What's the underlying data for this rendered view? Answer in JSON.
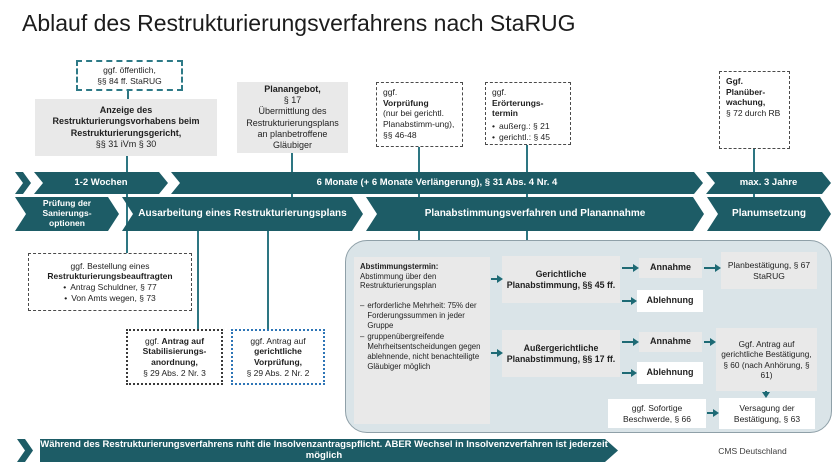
{
  "title": "Ablauf des Restrukturierungsverfahrens nach StaRUG",
  "chars": {
    "bullet": "•",
    "dash": "–"
  },
  "colors": {
    "teal_bar": "#1d5c66",
    "connector": "#2d7682",
    "box_gray": "#e9e9e9",
    "panel_bg": "#dae4e8",
    "panel_border": "#8fa0a8",
    "dashed_teal": "#2e7a87",
    "dotted_blue": "#2e75b6"
  },
  "top_row": {
    "public_note": {
      "line1": "ggf. öffentlich,",
      "line2": "§§ 84 ff. StaRUG"
    },
    "anzeige": {
      "title": "Anzeige des Restrukturierungsvorhabens beim Restrukturierungsgericht,",
      "ref": "§§ 31 iVm § 30"
    },
    "planangebot": {
      "title": "Planangebot,",
      "ref": "§ 17",
      "desc": "Übermittlung des Restrukturierungsplans an planbetroffene Gläubiger"
    },
    "vorpruefung": {
      "prefix": "ggf.",
      "title": "Vorprüfung",
      "desc": "(nur bei gerichtl. Planabstimm-ung), §§ 46-48"
    },
    "eroerterung": {
      "prefix": "ggf.",
      "title": "Erörterungs-termin",
      "items": [
        "außerg.: § 21",
        "gerichtl.: § 45"
      ]
    },
    "planueberwachung": {
      "title": "Ggf. Planüber-wachung,",
      "ref": "§ 72 durch RB"
    }
  },
  "timeline": {
    "segments": [
      "1-2 Wochen",
      "6 Monate (+ 6 Monate Verlängerung), § 31 Abs. 4 Nr. 4",
      "max. 3 Jahre"
    ]
  },
  "phases": [
    "Prüfung der Sanierungs-optionen",
    "Ausarbeitung eines Restrukturierungsplans",
    "Planabstimmungsverfahren und Planannahme",
    "Planumsetzung"
  ],
  "mid_row": {
    "bestellung": {
      "line1": "ggf. Bestellung eines",
      "bold": "Restrukturierungsbeauftragten",
      "items": [
        "Antrag Schuldner, § 77",
        "Von Amts wegen, § 73"
      ]
    },
    "stabilisierung": {
      "prefix": "ggf.",
      "bold": "Antrag auf Stabilisierungs-anordnung,",
      "ref": "§ 29 Abs. 2 Nr. 3"
    },
    "gerichtliche_vorpruefung": {
      "prefix": "ggf. Antrag auf",
      "bold": "gerichtliche Vorprüfung,",
      "ref": "§ 29 Abs. 2 Nr. 2"
    }
  },
  "panel": {
    "abstimmung": {
      "heading": "Abstimmungstermin:",
      "intro": "Abstimmung über den Restrukturierungsplan",
      "items": [
        "erforderliche Mehrheit: 75% der Forderungssummen in jeder Gruppe",
        "gruppenübergreifende Mehrheitsentscheidungen gegen ablehnende, nicht benachteiligte Gläubiger möglich"
      ]
    },
    "gerichtliche": "Gerichtliche Planabstimmung, §§ 45 ff.",
    "aussergerichtliche": "Außergerichtliche Planabstimmung, §§ 17 ff.",
    "annahme": "Annahme",
    "ablehnung": "Ablehnung",
    "planbestaetigung": "Planbestätigung, § 67 StaRUG",
    "antrag_bestaetigung": "Ggf. Antrag auf gerichtliche Bestätigung, § 60 (nach Anhörung, § 61)",
    "beschwerde": "ggf. Sofortige Beschwerde, § 66",
    "versagung": "Versagung der Bestätigung, § 63"
  },
  "footer": {
    "banner": "Während des Restrukturierungsverfahrens ruht die Insolvenzantragspflicht. ABER Wechsel in Insolvenzverfahren ist jederzeit möglich",
    "credit": "CMS Deutschland"
  }
}
